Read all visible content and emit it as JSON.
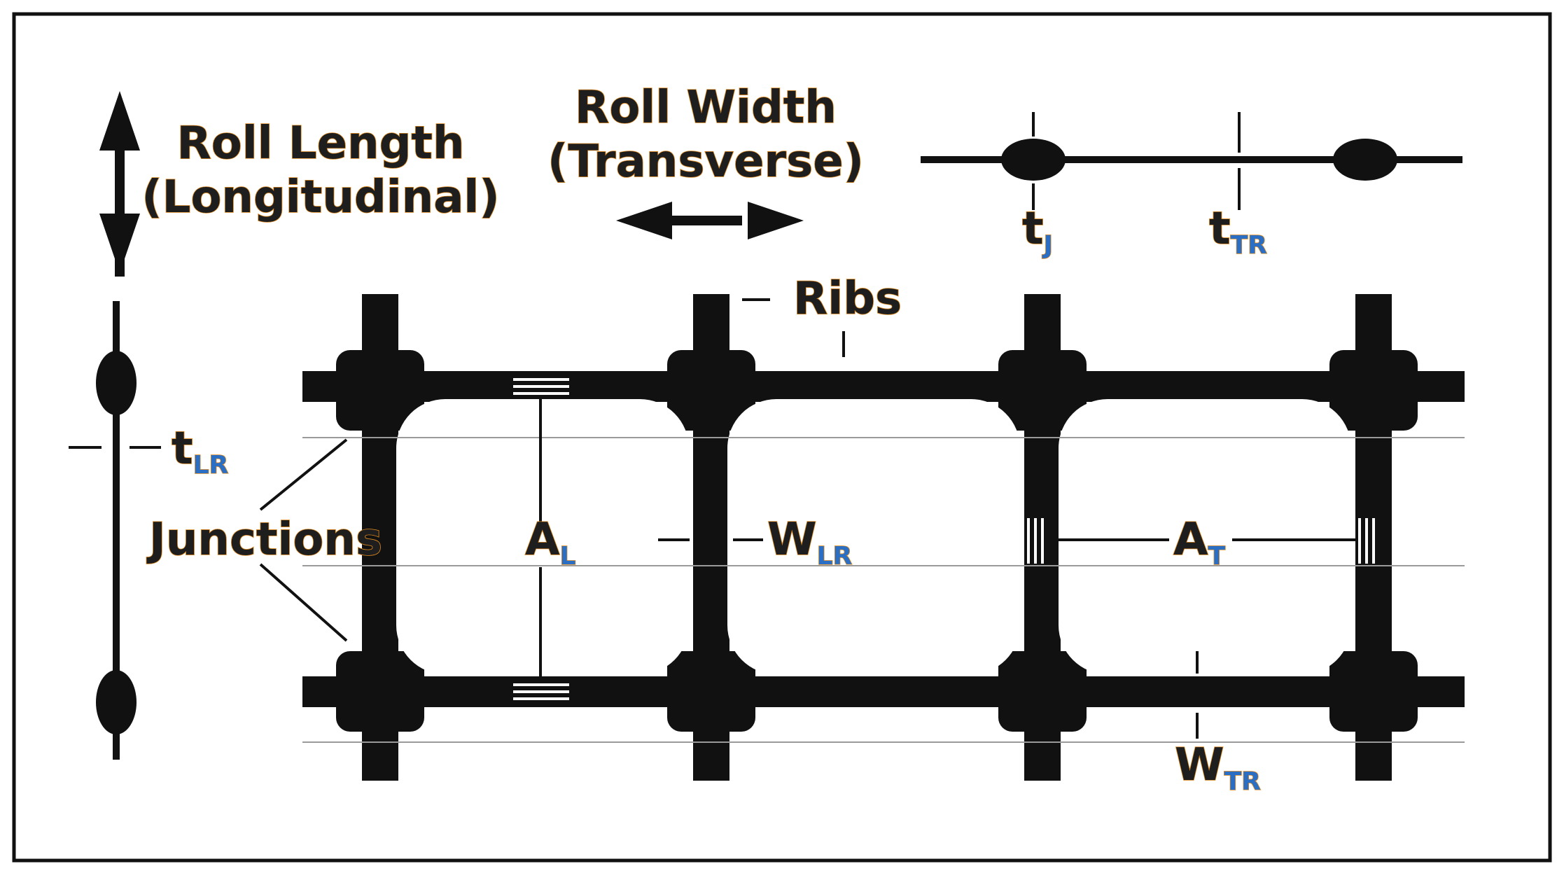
{
  "labels": {
    "roll_length_line1": "Roll Length",
    "roll_length_line2": "(Longitudinal)",
    "roll_width_line1": "Roll Width",
    "roll_width_line2": "(Transverse)",
    "ribs": "Ribs",
    "junctions": "Junctions"
  },
  "symbols": {
    "t_j": {
      "base": "t",
      "sub": "J"
    },
    "t_tr": {
      "base": "t",
      "sub": "TR"
    },
    "t_lr": {
      "base": "t",
      "sub": "LR"
    },
    "a_l": {
      "base": "A",
      "sub": "L"
    },
    "w_lr": {
      "base": "W",
      "sub": "LR"
    },
    "a_t": {
      "base": "A",
      "sub": "T"
    },
    "w_tr": {
      "base": "W",
      "sub": "TR"
    }
  },
  "colors": {
    "ink": "#111111",
    "subscript": "#2a6fc4",
    "label_outline": "#e08a1e",
    "frame": "#111111"
  }
}
